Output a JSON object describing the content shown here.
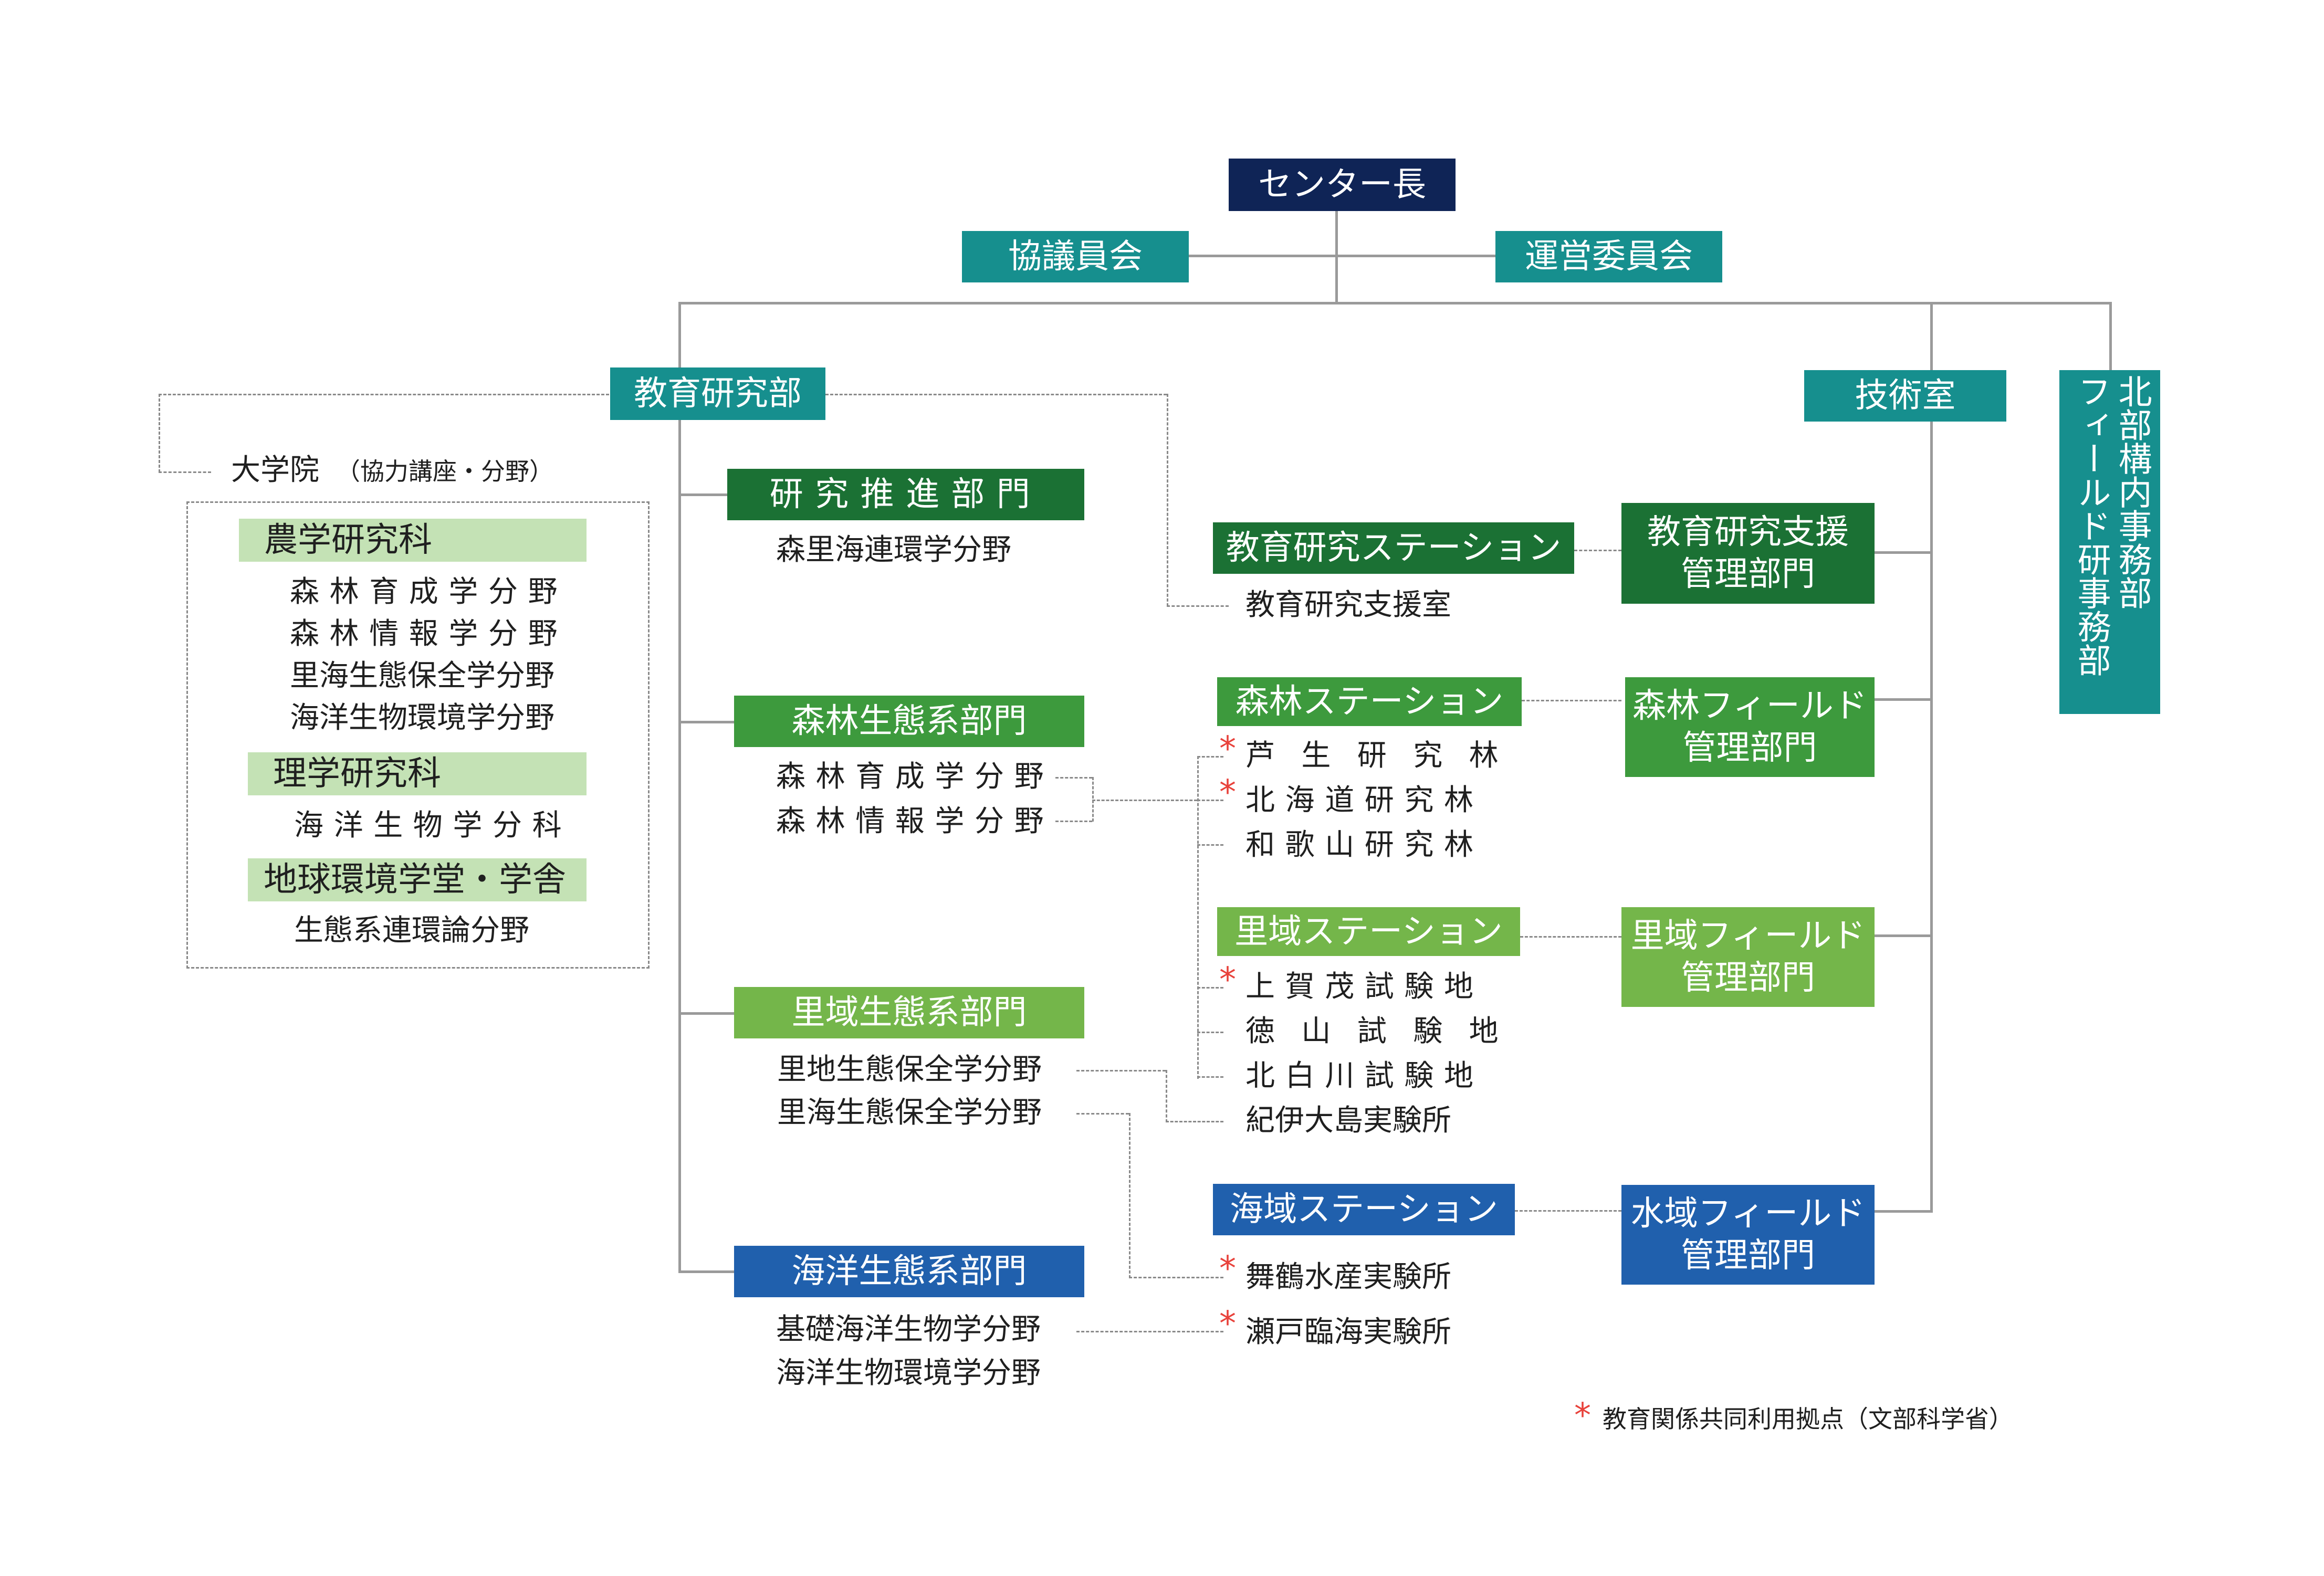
{
  "director": "センター長",
  "council": "協議員会",
  "steering": "運営委員会",
  "edu_research": "教育研究部",
  "tech_office": "技術室",
  "north_office": "北部構内事務部フィールド研事務部",
  "north_office_col1": "北部構内事務部",
  "north_office_col2": "フィールド研事務部",
  "graduate": {
    "label": "大学院",
    "note": "（協力講座・分野）",
    "agri": {
      "name": "農学研究科",
      "fields": [
        "森林育成学分野",
        "森林情報学分野",
        "里海生態保全学分野",
        "海洋生物環境学分野"
      ]
    },
    "sci": {
      "name": "理学研究科",
      "fields": [
        "海洋生物学分科"
      ]
    },
    "geo": {
      "name": "地球環境学堂・学舎",
      "fields": [
        "生態系連環論分野"
      ]
    }
  },
  "divisions": [
    {
      "name": "研究推進部門",
      "fields": [
        "森里海連環学分野"
      ]
    },
    {
      "name": "森林生態系部門",
      "fields": [
        "森林育成学分野",
        "森林情報学分野"
      ]
    },
    {
      "name": "里域生態系部門",
      "fields": [
        "里地生態保全学分野",
        "里海生態保全学分野"
      ]
    },
    {
      "name": "海洋生態系部門",
      "fields": [
        "基礎海洋生物学分野",
        "海洋生物環境学分野"
      ]
    }
  ],
  "stations": {
    "edu": {
      "name": "教育研究ステーション",
      "sub": [
        "教育研究支援室"
      ]
    },
    "forest": {
      "name": "森林ステーション",
      "sub": [
        "芦生研究林",
        "北海道研究林",
        "和歌山研究林"
      ]
    },
    "satoyama": {
      "name": "里域ステーション",
      "sub": [
        "上賀茂試験地",
        "徳山試験地",
        "北白川試験地",
        "紀伊大島実験所"
      ]
    },
    "sea": {
      "name": "海域ステーション",
      "sub": [
        "舞鶴水産実験所",
        "瀬戸臨海実験所"
      ]
    }
  },
  "mgmt": {
    "edu_line1": "教育研究支援",
    "edu_line2": "管理部門",
    "forest_line1": "森林フィールド",
    "forest_line2": "管理部門",
    "sato_line1": "里域フィールド",
    "sato_line2": "管理部門",
    "water_line1": "水域フィールド",
    "water_line2": "管理部門"
  },
  "star": "*",
  "footnote": "教育関係共同利用拠点（文部科学省）",
  "colors": {
    "navy": "#0f2456",
    "teal": "#168f8e",
    "dark_green": "#1b7134",
    "mid_green": "#3d9a3d",
    "light_green": "#74b64a",
    "blue": "#2060ad",
    "pale_green": "#c4e2b5",
    "star_red": "#e8423b"
  }
}
